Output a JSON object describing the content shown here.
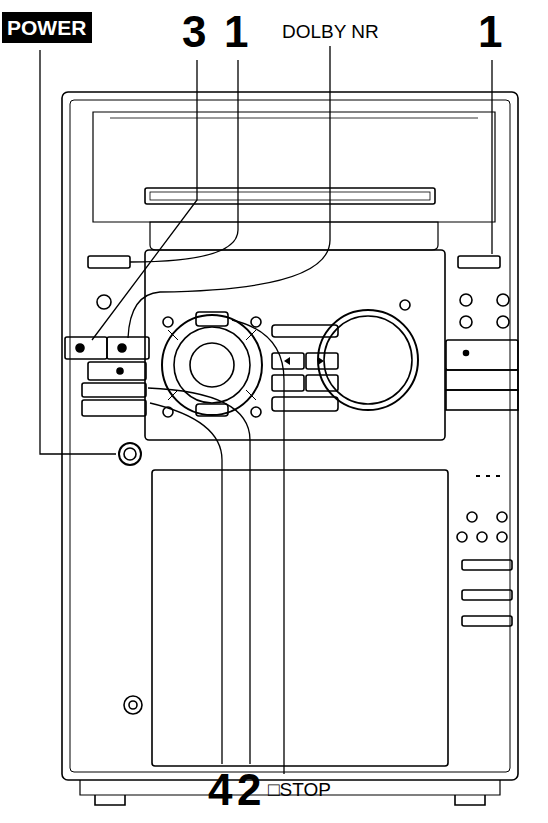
{
  "diagram": {
    "nodes": [
      {
        "text": [
          "POWER"
        ]
      }
    ],
    "labels": [
      "3",
      "1",
      "DOLBY NR",
      "1",
      "4",
      "2",
      "□STOP"
    ]
  }
}
